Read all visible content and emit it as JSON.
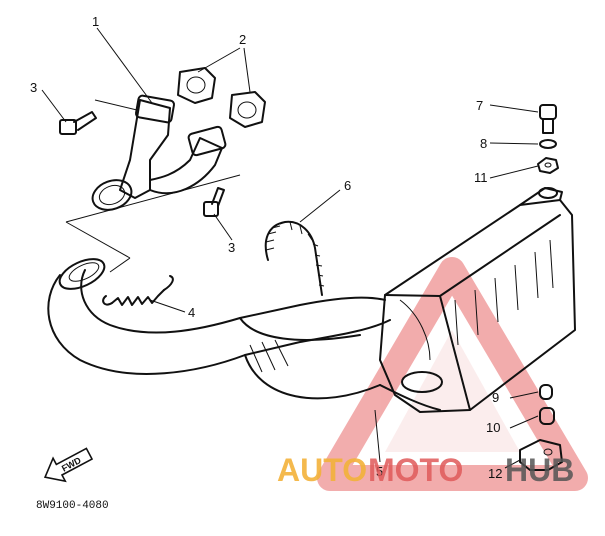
{
  "diagram": {
    "callouts": {
      "c1": "1",
      "c2": "2",
      "c3a": "3",
      "c3b": "3",
      "c4": "4",
      "c5": "5",
      "c6": "6",
      "c7": "7",
      "c8": "8",
      "c9": "9",
      "c10": "10",
      "c11": "11",
      "c12": "12"
    },
    "drawing_code": "8W9100-4080",
    "fwd_label": "FWD",
    "watermark": {
      "part1": "AUTO",
      "part2": "MOTO",
      "part3": "HUB"
    },
    "colors": {
      "ink": "#111111",
      "watermark_orange": "#f3b23a",
      "watermark_red": "#e05a5a",
      "watermark_grey": "#555555"
    }
  }
}
